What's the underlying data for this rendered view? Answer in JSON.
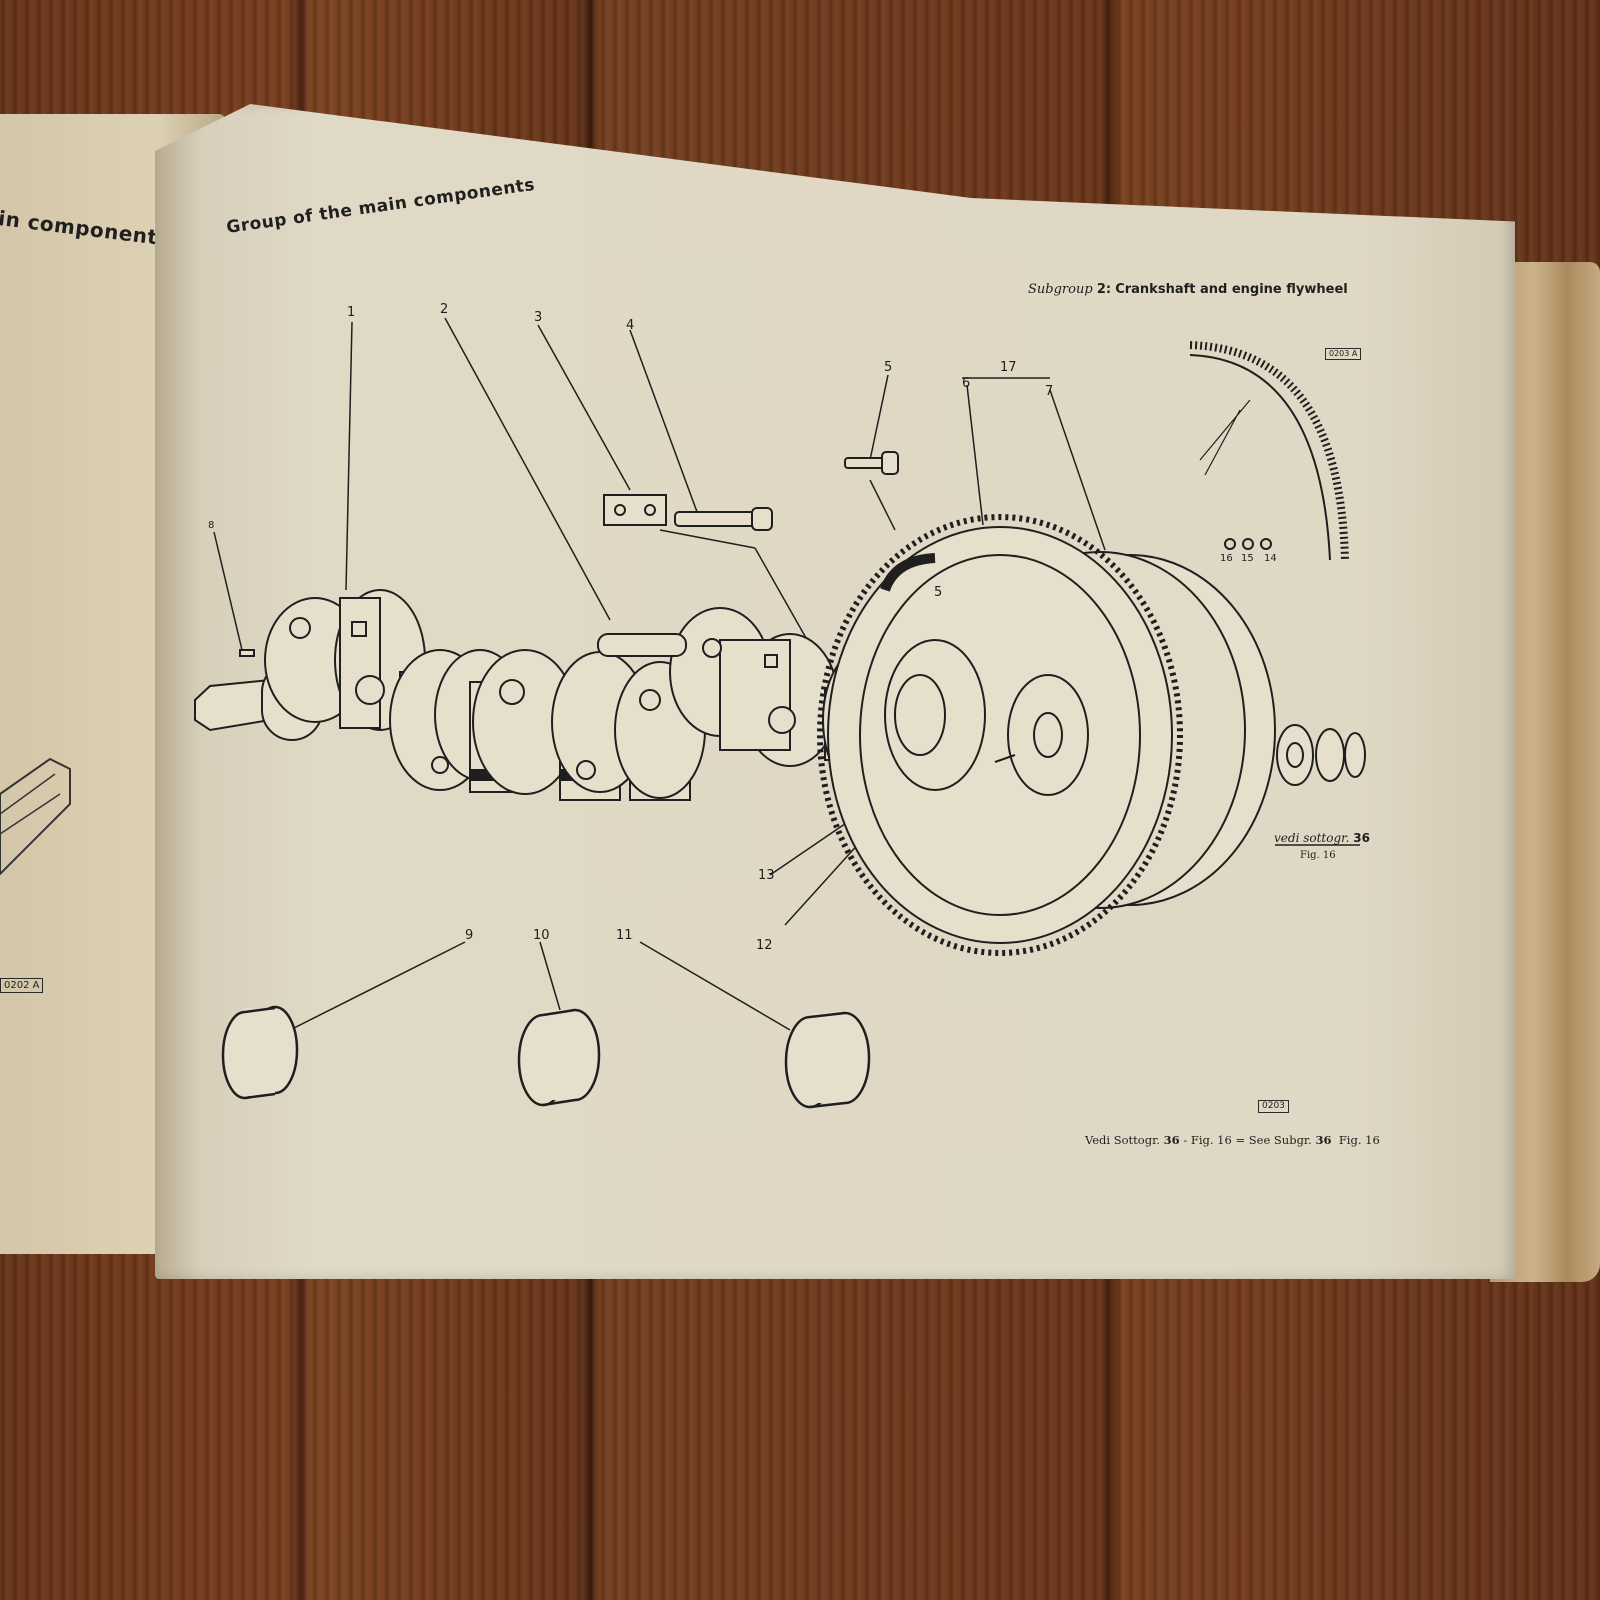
{
  "left_page": {
    "heading_fragment": "in components",
    "drawing_code": "0202 A"
  },
  "right_page": {
    "heading": "Group of the main components",
    "subgroup_label": "Subgroup",
    "subgroup_number": "2",
    "subgroup_title": "Crankshaft and engine flywheel",
    "inset_code": "0203 A",
    "drawing_code": "0203",
    "vedi_text": "vedi sottogr.",
    "vedi_number": "36",
    "vedi_fig": "Fig. 16",
    "footer": {
      "it_prefix": "Vedi Sottogr.",
      "it_number": "36",
      "it_fig": "- Fig. 16",
      "equals": "=",
      "en_prefix": "See Subgr.",
      "en_number": "36",
      "en_fig": "Fig. 16"
    },
    "callouts": [
      "1",
      "2",
      "3",
      "4",
      "5",
      "17",
      "6",
      "7",
      "8",
      "5",
      "16",
      "15",
      "14",
      "13",
      "12",
      "9",
      "10",
      "11"
    ]
  },
  "colors": {
    "paper": "#dfd8c4",
    "ink": "#1f1f1f",
    "wood": "#6a3519"
  }
}
